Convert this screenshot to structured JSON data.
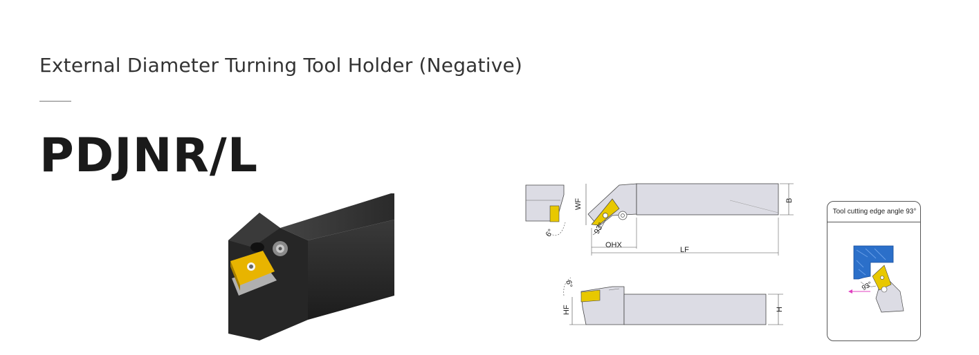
{
  "header": {
    "subtitle": "External Diameter Turning Tool Holder (Negative)",
    "model": "PDJNR/L"
  },
  "drawing": {
    "labels": {
      "wf": "WF",
      "b": "B",
      "ohx": "OHX",
      "lf": "LF",
      "hf": "HF",
      "h": "H",
      "angle_top": "93°",
      "angle_side_top": "6°",
      "angle_side_bottom": "6°"
    }
  },
  "info_card": {
    "title": "Tool cutting edge angle 93°",
    "angle_label": "93°"
  },
  "colors": {
    "holder_body": "#2a2a2a",
    "insert": "#e8b400",
    "drawing_fill": "#d8d8e0",
    "card_blue": "#2b6fc9"
  }
}
